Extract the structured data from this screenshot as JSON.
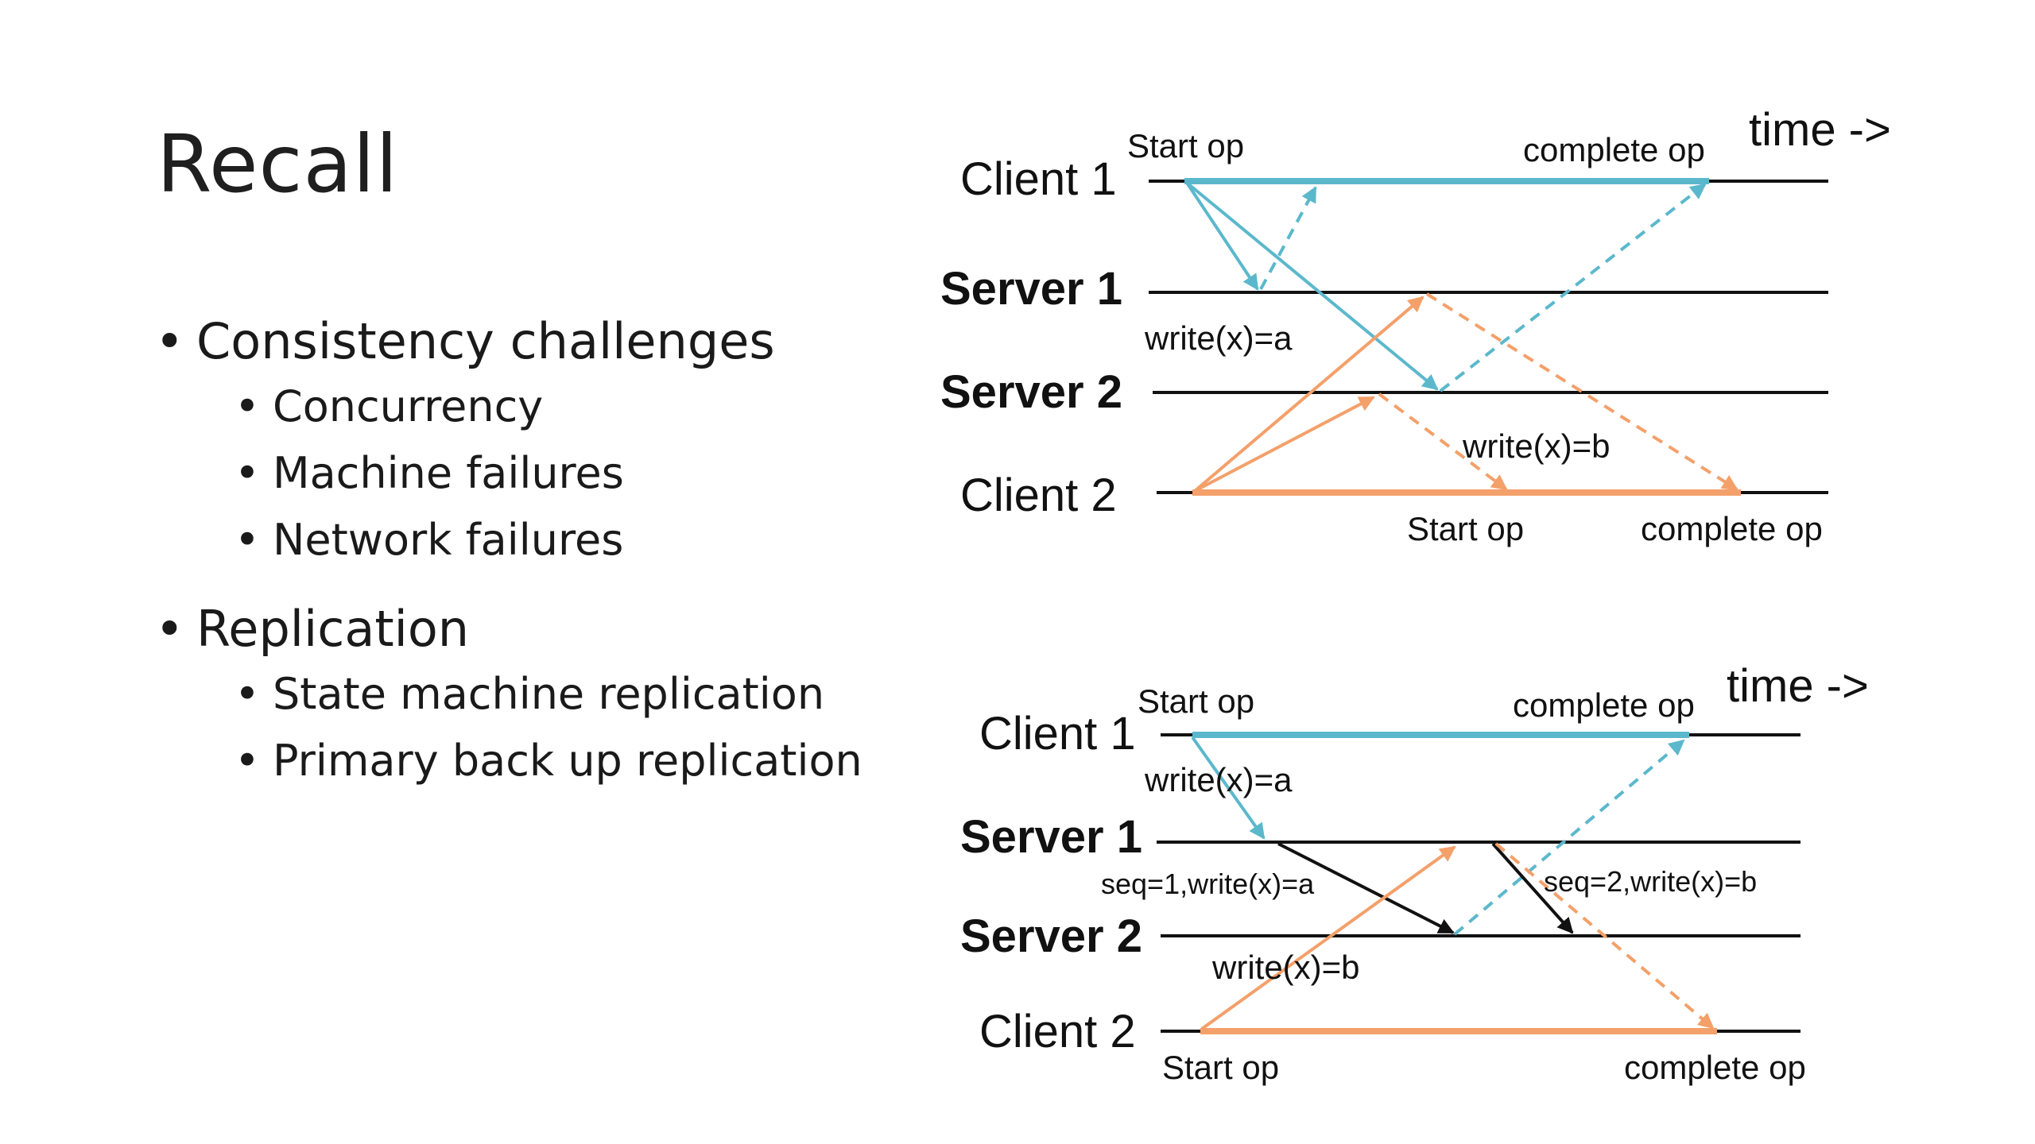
{
  "title": "Recall",
  "bullets": [
    {
      "text": "Consistency challenges",
      "children": [
        "Concurrency",
        "Machine failures",
        "Network failures"
      ]
    },
    {
      "text": "Replication",
      "children": [
        "State machine replication",
        "Primary back up replication"
      ]
    }
  ],
  "colors": {
    "client1": "#5BB8CC",
    "client2": "#F4A06A",
    "server": "#111111",
    "line": "#111111"
  },
  "diagram1": {
    "client1": "Client 1",
    "server1": "Server 1",
    "server2": "Server 2",
    "client2": "Client 2",
    "time": "time ->",
    "c1_start": "Start op",
    "c1_complete": "complete op",
    "write_a": "write(x)=a",
    "write_b": "write(x)=b",
    "c2_start": "Start op",
    "c2_complete": "complete op"
  },
  "diagram2": {
    "client1": "Client 1",
    "server1": "Server 1",
    "server2": "Server 2",
    "client2": "Client 2",
    "time": "time ->",
    "c1_start": "Start op",
    "c1_complete": "complete op",
    "write_a": "write(x)=a",
    "seq1": "seq=1,write(x)=a",
    "seq2": "seq=2,write(x)=b",
    "write_b": "write(x)=b",
    "c2_start": "Start op",
    "c2_complete": "complete op"
  }
}
